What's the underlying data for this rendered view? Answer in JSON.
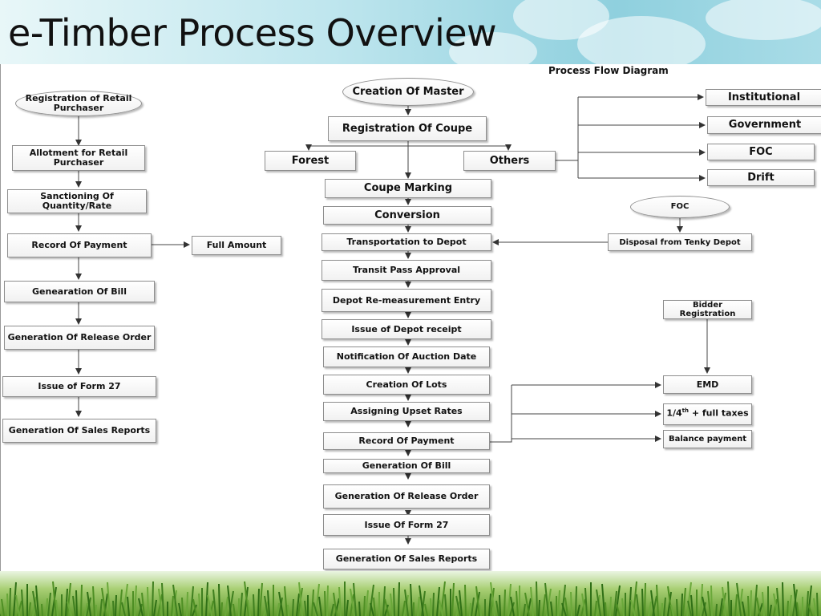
{
  "title": "e-Timber Process Overview",
  "caption": "Process Flow Diagram",
  "left": {
    "registration": "Registration of Retail Purchaser",
    "allotment": "Allotment for Retail Purchaser",
    "sanctioning": "Sanctioning Of Quantity/Rate",
    "record_payment": "Record Of Payment",
    "full_amount": "Full Amount",
    "bill": "Genearation Of Bill",
    "release_order": "Generation Of Release Order",
    "form27": "Issue of Form 27",
    "sales_reports": "Generation Of Sales Reports"
  },
  "center": {
    "creation_master": "Creation Of Master",
    "registration_coupe": "Registration Of Coupe",
    "forest": "Forest",
    "others": "Others",
    "coupe_marking": "Coupe Marking",
    "conversion": "Conversion",
    "transport_depot": "Transportation to Depot",
    "transit_pass": "Transit Pass Approval",
    "depot_remeasure": "Depot Re-measurement Entry",
    "depot_receipt": "Issue of Depot receipt",
    "auction_date": "Notification Of Auction Date",
    "creation_lots": "Creation Of Lots",
    "upset_rates": "Assigning Upset Rates",
    "record_payment": "Record Of Payment",
    "bill": "Generation Of Bill",
    "release_order": "Generation Of Release Order",
    "form27": "Issue Of Form 27",
    "sales_reports": "Generation Of Sales Reports"
  },
  "right": {
    "institutional": "Institutional",
    "government": "Government",
    "foc_box": "FOC",
    "drift": "Drift",
    "foc_oval": "FOC",
    "disposal": "Disposal from Tenky Depot",
    "bidder": "Bidder Registration",
    "emd": "EMD",
    "quarter_prefix": "1/4",
    "quarter_sup": "th",
    "quarter_suffix": " + full taxes",
    "balance": "Balance payment"
  }
}
